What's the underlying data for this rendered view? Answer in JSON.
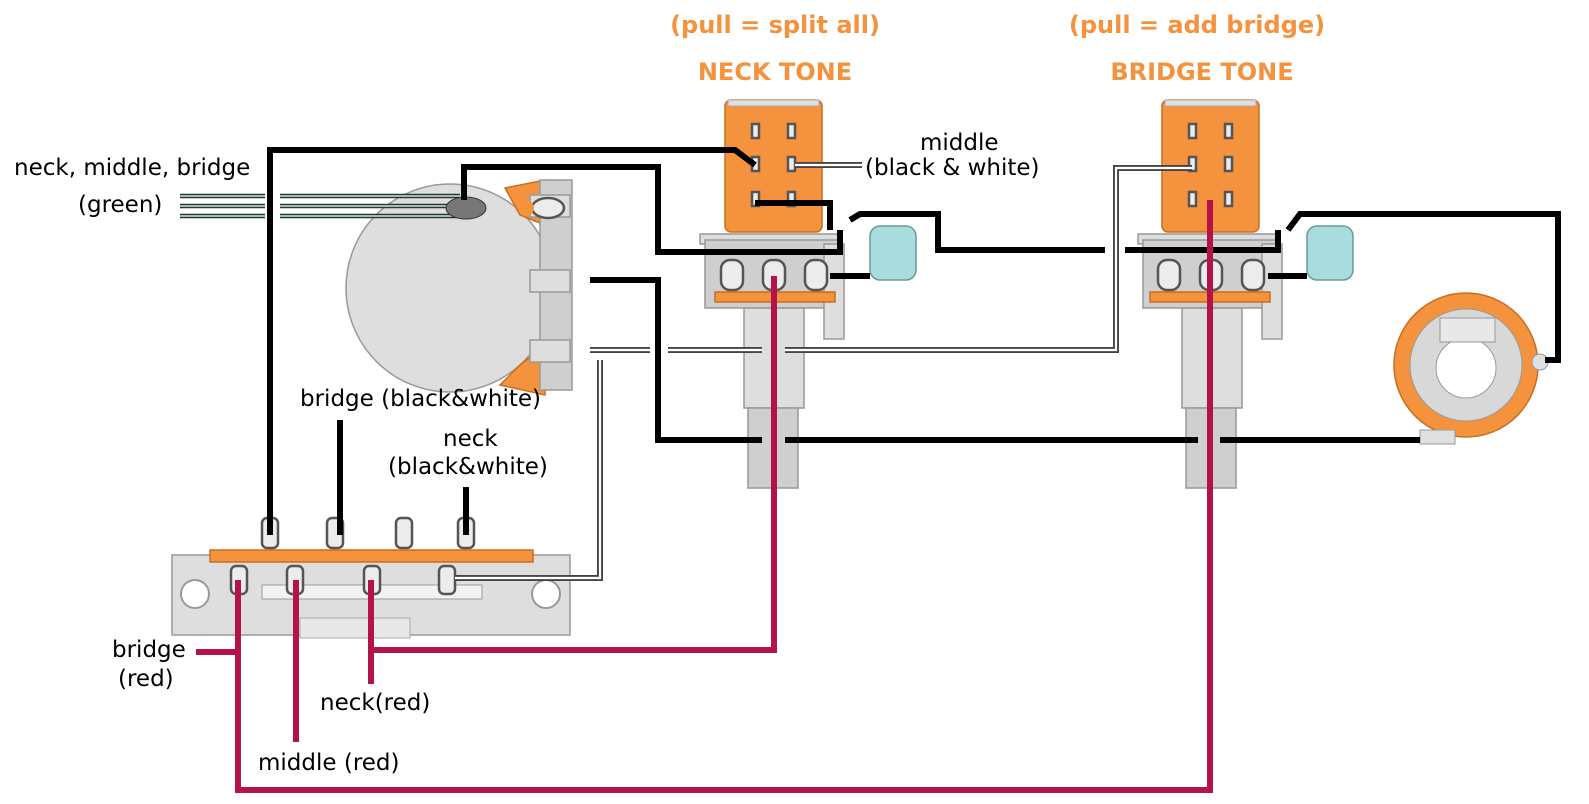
{
  "labels": {
    "neck_tone_note": "(pull = split all)",
    "neck_tone": "NECK TONE",
    "bridge_tone_note": "(pull = add bridge)",
    "bridge_tone": "BRIDGE TONE",
    "pickups_line1": "neck, middle, bridge",
    "pickups_line2": "(green)",
    "middle_bw_line1": "middle",
    "middle_bw_line2": "(black & white)",
    "bridge_bw": "bridge (black&white)",
    "neck_bw_line1": "neck",
    "neck_bw_line2": "(black&white)",
    "bridge_red_line1": "bridge",
    "bridge_red_line2": "(red)",
    "neck_red": "neck(red)",
    "middle_red": "middle (red)"
  },
  "colors": {
    "orange": "#f5923e",
    "wire_black": "#000000",
    "wire_red": "#b5124a",
    "wire_green": "#1f3b34",
    "capacitor": "#a9dcdc",
    "metal": "#dedede"
  }
}
